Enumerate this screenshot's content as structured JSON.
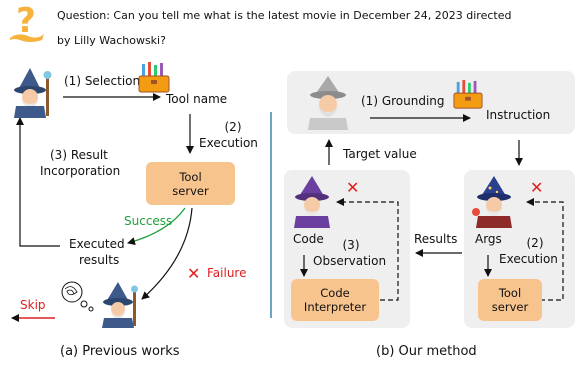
{
  "question": {
    "icon": "question-mark-icon",
    "line1": "Question:  Can you tell me what is the latest movie in December 24, 2023 directed",
    "line2": "by Lilly Wachowski?"
  },
  "previous": {
    "selection": "(1) Selection",
    "tool_name": "Tool name",
    "execution_num": "(2)",
    "execution": "Execution",
    "result_inc_1": "(3) Result",
    "result_inc_2": "Incorporation",
    "tool_server_1": "Tool",
    "tool_server_2": "server",
    "success": "Success",
    "executed_1": "Executed",
    "executed_2": "results",
    "failure": "Failure",
    "skip": "Skip",
    "caption": "(a) Previous works"
  },
  "ours": {
    "grounding": "(1) Grounding",
    "instruction": "Instruction",
    "target_value": "Target value",
    "code": "Code",
    "observation_num": "(3)",
    "observation": "Observation",
    "results": "Results",
    "args": "Args",
    "execution_num": "(2)",
    "execution": "Execution",
    "code_interp_1": "Code",
    "code_interp_2": "Interpreter",
    "tool_server_1": "Tool",
    "tool_server_2": "server",
    "caption": "(b) Our method"
  },
  "colors": {
    "box": "#f8c48e",
    "panel": "#efefef",
    "success": "#1f9e3a",
    "failure": "#e02020",
    "skip": "#e02020",
    "divider": "#2f7fae"
  }
}
